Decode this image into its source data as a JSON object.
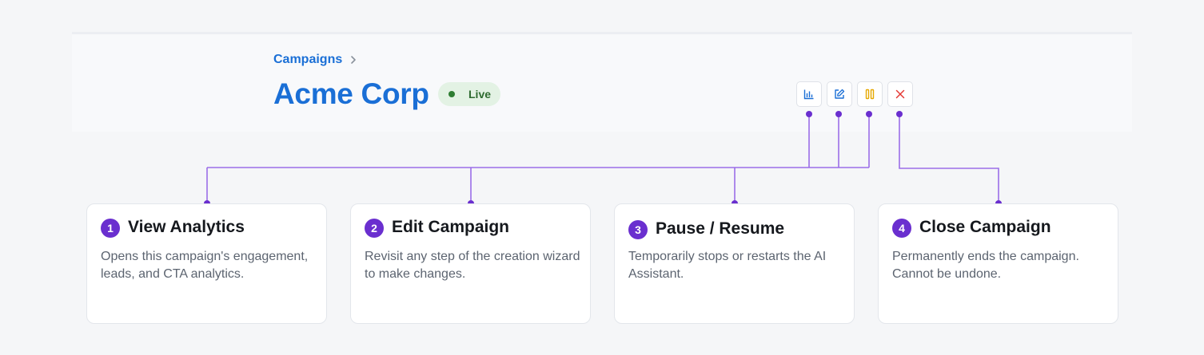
{
  "header": {
    "breadcrumb": {
      "label": "Campaigns"
    },
    "title": "Acme Corp",
    "status": {
      "label": "Live",
      "color": "#2e7d32"
    }
  },
  "actions": [
    {
      "icon": "bar-chart-icon",
      "color": "#1a6fd6"
    },
    {
      "icon": "edit-icon",
      "color": "#1a6fd6"
    },
    {
      "icon": "pause-icon",
      "color": "#e6a800"
    },
    {
      "icon": "close-icon",
      "color": "#e53935"
    }
  ],
  "connector_color": "#9b6ee8",
  "cards": [
    {
      "number": "1",
      "title": "View Analytics",
      "description": "Opens this campaign's engagement, leads, and CTA analytics."
    },
    {
      "number": "2",
      "title": "Edit Campaign",
      "description": "Revisit any step of the creation wizard to make changes."
    },
    {
      "number": "3",
      "title": "Pause / Resume",
      "description": "Temporarily stops or restarts the AI Assistant."
    },
    {
      "number": "4",
      "title": "Close Campaign",
      "description": "Permanently ends the campaign. Cannot be undone."
    }
  ]
}
